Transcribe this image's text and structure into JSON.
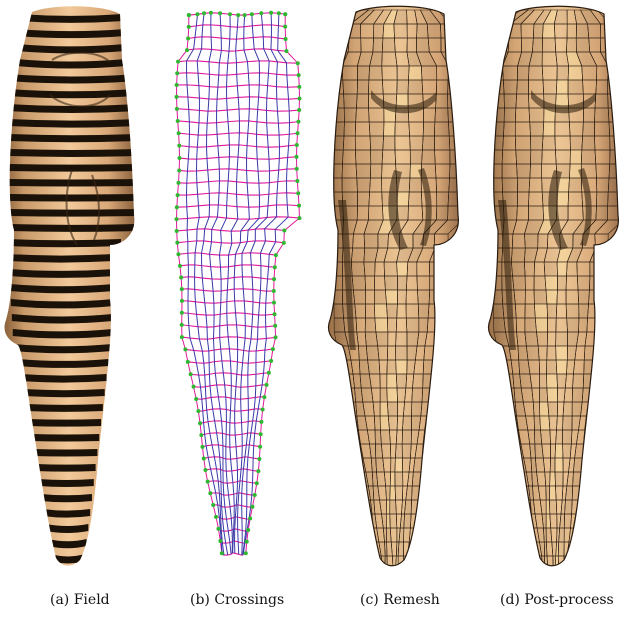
{
  "figure": {
    "panels": [
      {
        "id": "a",
        "caption": "(a) Field"
      },
      {
        "id": "b",
        "caption": "(b) Crossings"
      },
      {
        "id": "c",
        "caption": "(c) Remesh"
      },
      {
        "id": "d",
        "caption": "(d) Post-process"
      }
    ],
    "colors": {
      "skin": "#e8b888",
      "skin_dark": "#b8875a",
      "stripe": "#1a1208",
      "mesh_magenta": "#e0189c",
      "mesh_blue": "#3a3aa8",
      "vertex_green": "#2fb82f",
      "edge": "#2a1c10"
    }
  }
}
